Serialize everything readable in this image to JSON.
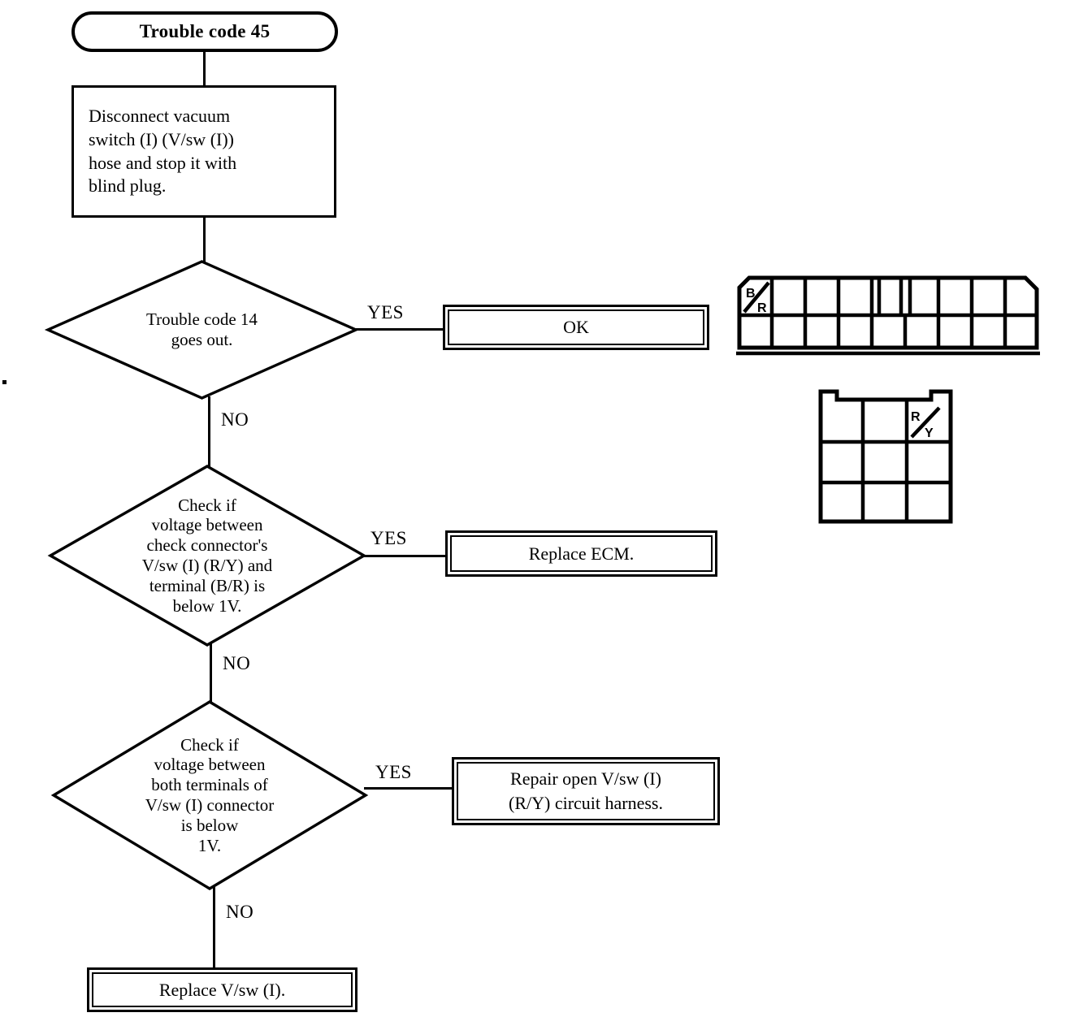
{
  "diagram": {
    "title": "Trouble code 45",
    "type": "troubleshooting-flowchart"
  },
  "nodes": {
    "start": {
      "id": "start",
      "shape": "terminator",
      "label": "Trouble code 45"
    },
    "step1": {
      "id": "step1",
      "shape": "process",
      "label": "Disconnect vacuum\nswitch (I) (V/sw (I))\nhose and stop it with\nblind plug."
    },
    "decision1": {
      "id": "decision1",
      "shape": "decision",
      "label": "Trouble code 14\ngoes out."
    },
    "decision2": {
      "id": "decision2",
      "shape": "decision",
      "label": "Check if\nvoltage between\ncheck connector's\nV/sw (I) (R/Y) and\nterminal (B/R) is\nbelow 1V."
    },
    "decision3": {
      "id": "decision3",
      "shape": "decision",
      "label": "Check if\nvoltage between\nboth terminals of\nV/sw (I) connector\nis below\n1V."
    },
    "result1": {
      "id": "result1",
      "shape": "result",
      "label": "OK"
    },
    "result2": {
      "id": "result2",
      "shape": "result",
      "label": "Replace ECM."
    },
    "result3": {
      "id": "result3",
      "shape": "result",
      "label": "Repair open V/sw (I)\n(R/Y) circuit harness."
    },
    "result4": {
      "id": "result4",
      "shape": "result",
      "label": "Replace V/sw (I)."
    }
  },
  "edges": [
    {
      "from": "decision1",
      "to": "result1",
      "label": "YES"
    },
    {
      "from": "decision1",
      "to": "decision2",
      "label": "NO"
    },
    {
      "from": "decision2",
      "to": "result2",
      "label": "YES"
    },
    {
      "from": "decision2",
      "to": "decision3",
      "label": "NO"
    },
    {
      "from": "decision3",
      "to": "result3",
      "label": "YES"
    },
    {
      "from": "decision3",
      "to": "result4",
      "label": "NO"
    }
  ],
  "branch_labels": {
    "yes": "YES",
    "no": "NO"
  },
  "connectors": {
    "check_connector": {
      "name": "check-connector",
      "rows": 2,
      "columns": 9,
      "terminal_label": "B/R",
      "terminal_label_top": "B",
      "terminal_label_bottom": "R",
      "terminal_position": "top-left"
    },
    "vsw_connector": {
      "name": "vsw-connector",
      "rows": 3,
      "columns": 3,
      "terminal_label": "R/Y",
      "terminal_label_top": "R",
      "terminal_label_bottom": "Y",
      "terminal_position": "top-right"
    }
  },
  "colors": {
    "stroke": "#000000",
    "background": "#ffffff"
  }
}
